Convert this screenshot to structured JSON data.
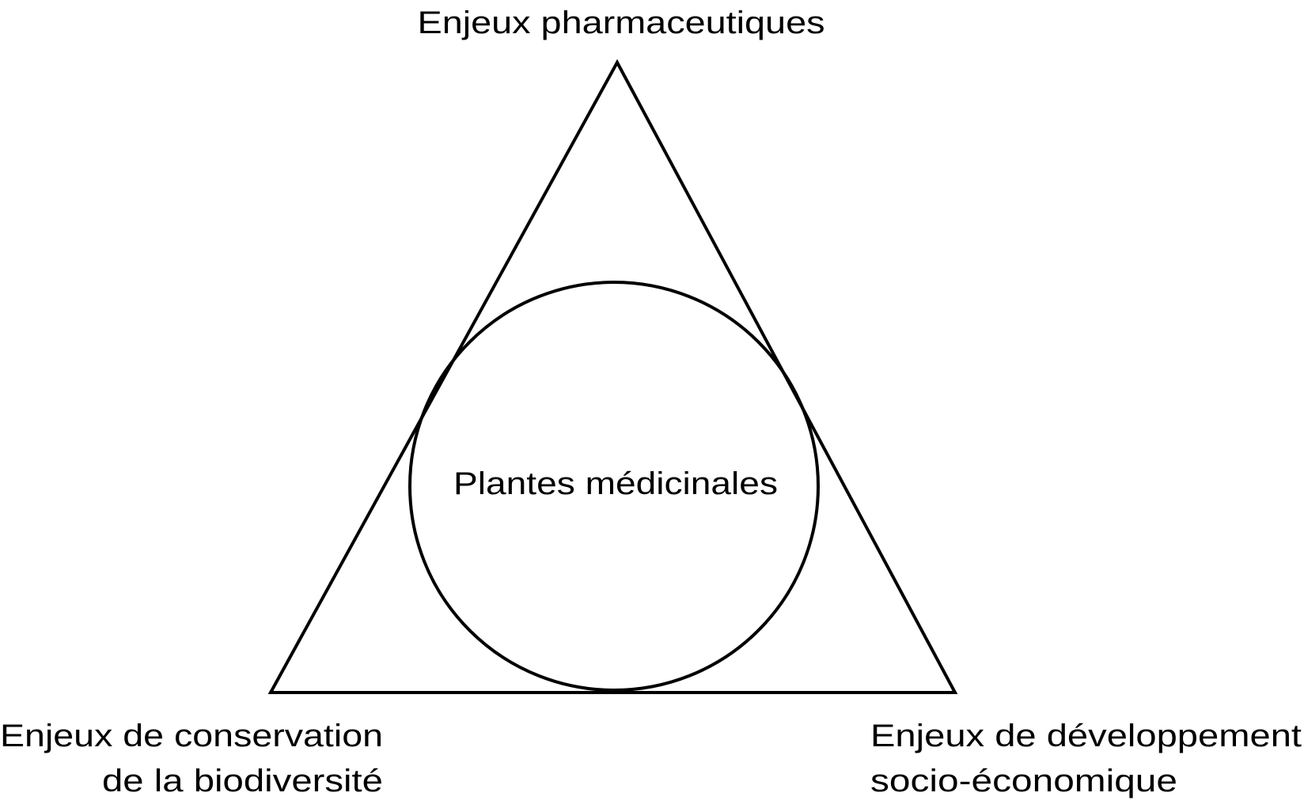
{
  "diagram": {
    "center_label": "Plantes médicinales",
    "top_label": "Enjeux pharmaceutiques",
    "bottom_left_label": [
      "Enjeux de conservation",
      "de la biodiversité"
    ],
    "bottom_right_label": [
      "Enjeux de développement",
      "socio-économique"
    ],
    "stroke_color": "#000000"
  }
}
